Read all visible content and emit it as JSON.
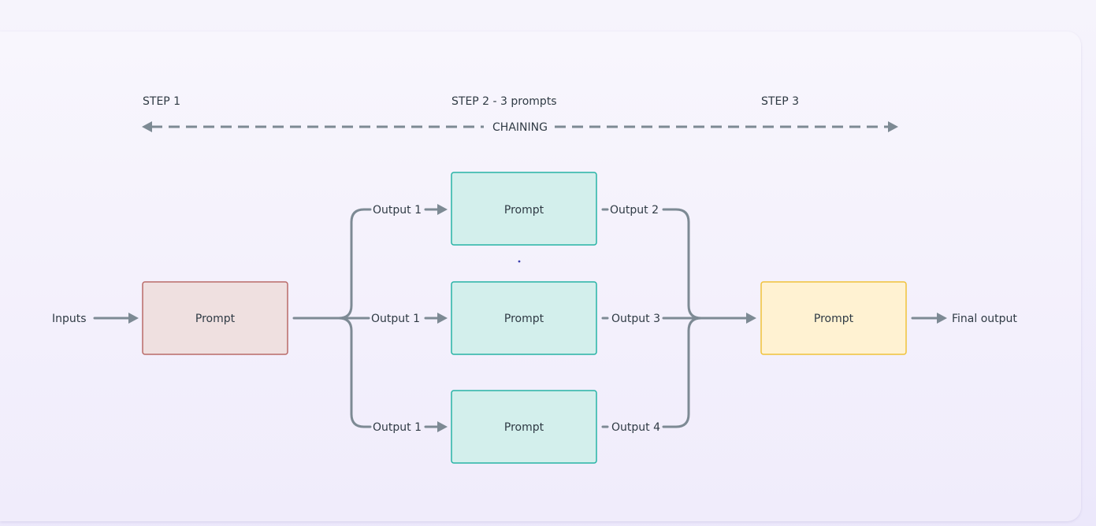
{
  "steps": {
    "step1": "STEP 1",
    "step2": "STEP 2 - 3 prompts",
    "step3": "STEP 3"
  },
  "chaining_label": "CHAINING",
  "input_label": "Inputs",
  "final_output_label": "Final output",
  "boxes": {
    "step1_prompt": "Prompt",
    "step2_prompt_top": "Prompt",
    "step2_prompt_middle": "Prompt",
    "step2_prompt_bottom": "Prompt",
    "step3_prompt": "Prompt"
  },
  "edges": {
    "to_top": "Output 1",
    "to_middle": "Output 1",
    "to_bottom": "Output 1",
    "from_top": "Output 2",
    "from_middle": "Output 3",
    "from_bottom": "Output 4"
  },
  "colors": {
    "step1_fill": "#efe0e0",
    "step1_stroke": "#b96a68",
    "step2_fill": "#d3efec",
    "step2_stroke": "#27b3a5",
    "step3_fill": "#fff2d2",
    "step3_stroke": "#f0c23a",
    "connector": "#7d8a94"
  }
}
